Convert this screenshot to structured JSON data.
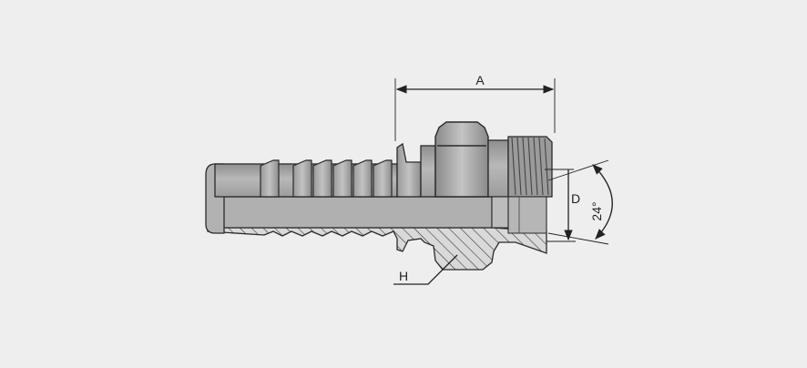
{
  "dimensions": {
    "a": "A",
    "d": "D",
    "h": "H",
    "angle": "24°"
  },
  "colors": {
    "background": "#efeeef",
    "body_fill": "#a6a6a6",
    "section_fill": "#d9d9d9",
    "outline": "#2a2a2a",
    "hatch": "#3a3a3a"
  }
}
